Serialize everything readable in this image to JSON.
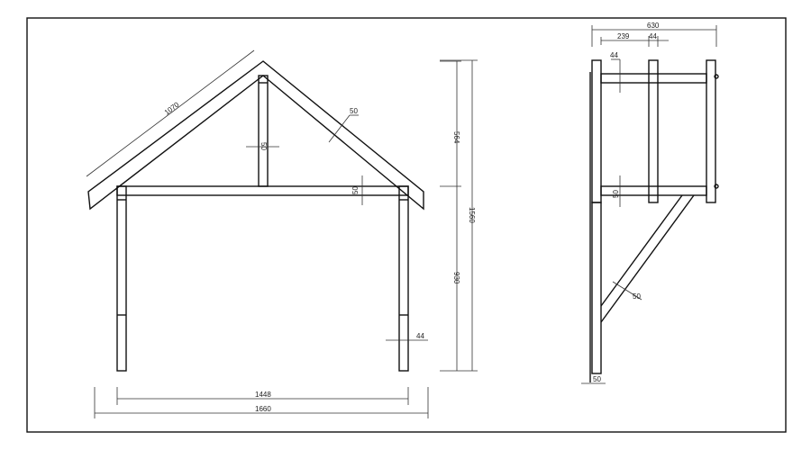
{
  "front_view": {
    "rafter_length": "1070",
    "rafter_thickness": "50",
    "king_post_width": "50",
    "beam_height": "50",
    "post_width": "44",
    "inner_width": "1448",
    "overall_width": "1660",
    "roof_height": "564",
    "wall_height": "930",
    "total_height": "1560"
  },
  "side_view": {
    "overall_depth": "630",
    "post_spacing": "239",
    "post_width": "44",
    "rail_height_top": "44",
    "rail_height_bottom": "50",
    "brace_width": "50",
    "post_base_width": "50"
  }
}
